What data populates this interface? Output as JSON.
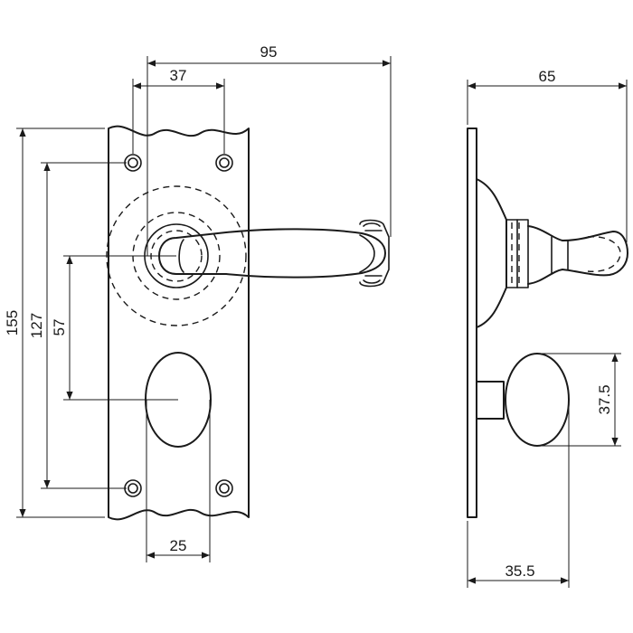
{
  "dimensions": {
    "plate_height": "155",
    "screw_spacing_vertical": "127",
    "lever_to_keyhole": "57",
    "lever_projection": "95",
    "screw_spacing_horizontal": "37",
    "keyhole_width": "25",
    "side_projection": "65",
    "knob_height": "37.5",
    "knob_projection": "35.5"
  }
}
